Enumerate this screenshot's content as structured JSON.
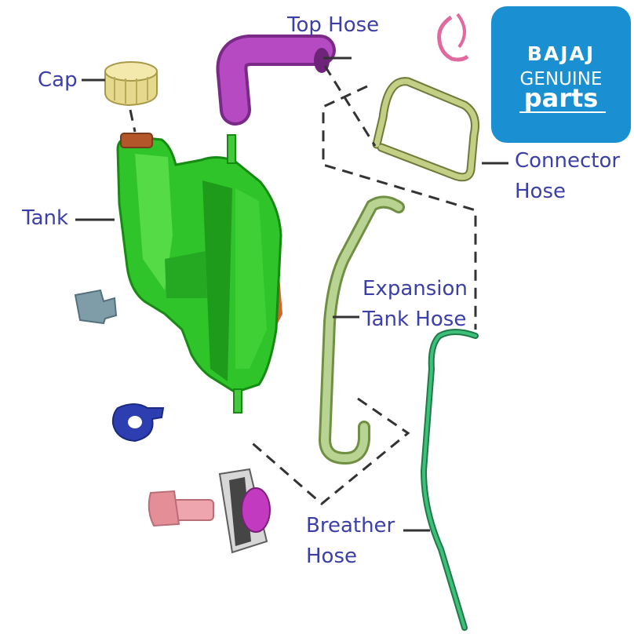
{
  "labels": {
    "top_hose": "Top Hose",
    "cap": "Cap",
    "tank": "Tank",
    "connector_hose_line1": "Connector",
    "connector_hose_line2": "Hose",
    "expansion_line1": "Expansion",
    "expansion_line2": "Tank Hose",
    "breather_line1": "Breather",
    "breather_line2": "Hose"
  },
  "logo": {
    "brand": "BAJAJ",
    "genuine": "GENUINE",
    "parts": "parts"
  },
  "colors": {
    "label": "#3c3fa8",
    "tank": "#2ec42a",
    "cap": "#e6d88c",
    "top_hose": "#b54ac2",
    "connector_hose": "#b8c47a",
    "expansion_hose": "#a9c37f",
    "breather_hose": "#2fa764",
    "logo_bg": "#1a8fd1"
  }
}
